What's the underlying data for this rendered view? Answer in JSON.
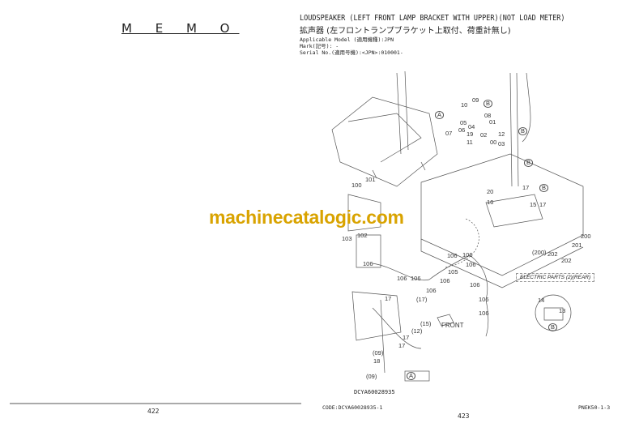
{
  "left_page": {
    "memo_title": "M E M O",
    "page_number": "422"
  },
  "right_page": {
    "title_en": "LOUDSPEAKER (LEFT FRONT LAMP BRACKET WITH UPPER)(NOT LOAD METER)",
    "title_jp": "拡声器 (左フロントランプブラケット上取付、荷重計無し)",
    "applicable_model": "Applicable Model (適用機種):JPN",
    "mark": "Mark(記号): -",
    "serial_no": "Serial No.(適用号機):<JPN>:010001-",
    "drawing_id": "DCYA60028935",
    "code": "CODE:DCYA60028935-1",
    "catalog_ref": "PNEK50-1-3",
    "page_number": "423",
    "electric_parts_ref": "ELECTRIC PARTS (2)(REAR)",
    "front_label": "FRONT",
    "callouts": [
      "10",
      "09",
      "B",
      "08",
      "05",
      "04",
      "06",
      "07",
      "19",
      "02",
      "01",
      "12",
      "11",
      "00",
      "03",
      "B",
      "A",
      "B",
      "17",
      "B",
      "20",
      "16",
      "15",
      "17",
      "101",
      "100",
      "102",
      "103",
      "106",
      "200",
      "201",
      "(200)",
      "202",
      "202",
      "106",
      "106",
      "106",
      "106",
      "106",
      "106",
      "106",
      "105",
      "106",
      "106",
      "106",
      "17",
      "(17)",
      "(15)",
      "(12)",
      "17",
      "17",
      "(09)",
      "18",
      "(09)",
      "A",
      "14",
      "13",
      "B"
    ]
  },
  "watermark": "machinecatalogic.com"
}
